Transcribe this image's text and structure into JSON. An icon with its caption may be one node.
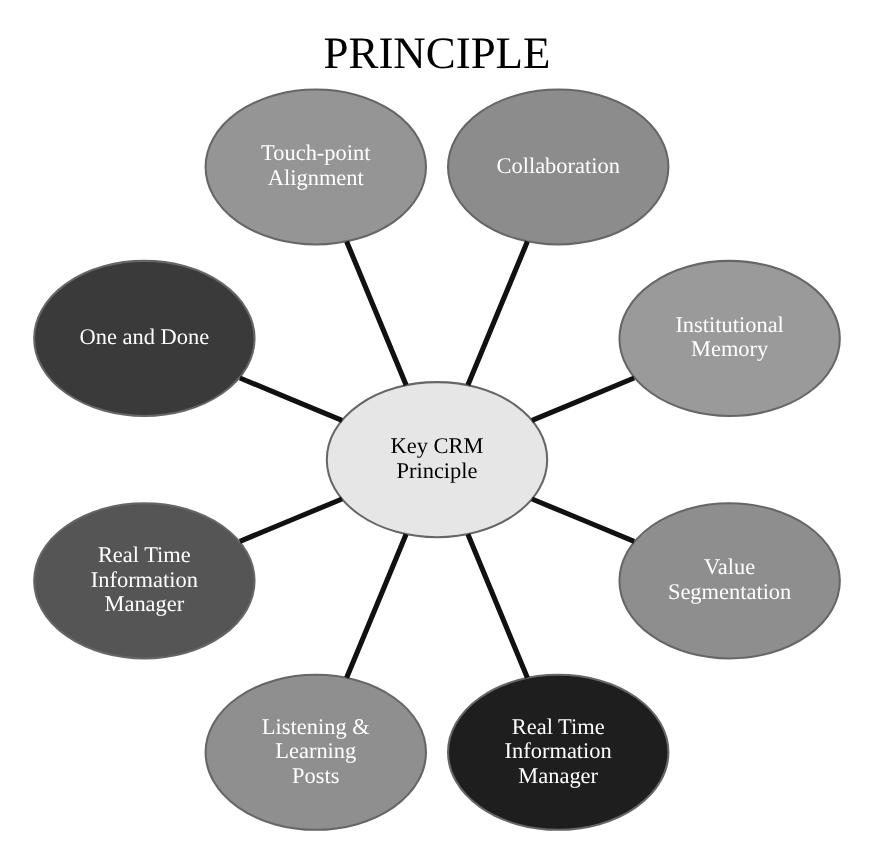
{
  "diagram": {
    "title": "PRINCIPLE",
    "nodes": [
      {
        "text": [
          "Key CRM Principle"
        ]
      },
      {
        "text": [
          "Institutional Memory"
        ]
      },
      {
        "text": [
          "Collaboration"
        ]
      },
      {
        "text": [
          "Touch-point Alignment"
        ]
      },
      {
        "text": [
          "One and Done"
        ]
      },
      {
        "text": [
          "Real Time Information Manager"
        ]
      },
      {
        "text": [
          "Listening & Learning Posts"
        ]
      },
      {
        "text": [
          "Real Time Information Manager"
        ]
      },
      {
        "text": [
          "Value Segmentation"
        ]
      }
    ],
    "edges": [
      {
        "from": 0,
        "to": 1,
        "arrow": "none"
      },
      {
        "from": 0,
        "to": 2,
        "arrow": "none"
      },
      {
        "from": 0,
        "to": 3,
        "arrow": "none"
      },
      {
        "from": 0,
        "to": 4,
        "arrow": "none"
      },
      {
        "from": 0,
        "to": 5,
        "arrow": "none"
      },
      {
        "from": 0,
        "to": 6,
        "arrow": "none"
      },
      {
        "from": 0,
        "to": 7,
        "arrow": "none"
      },
      {
        "from": 0,
        "to": 8,
        "arrow": "none"
      }
    ]
  }
}
